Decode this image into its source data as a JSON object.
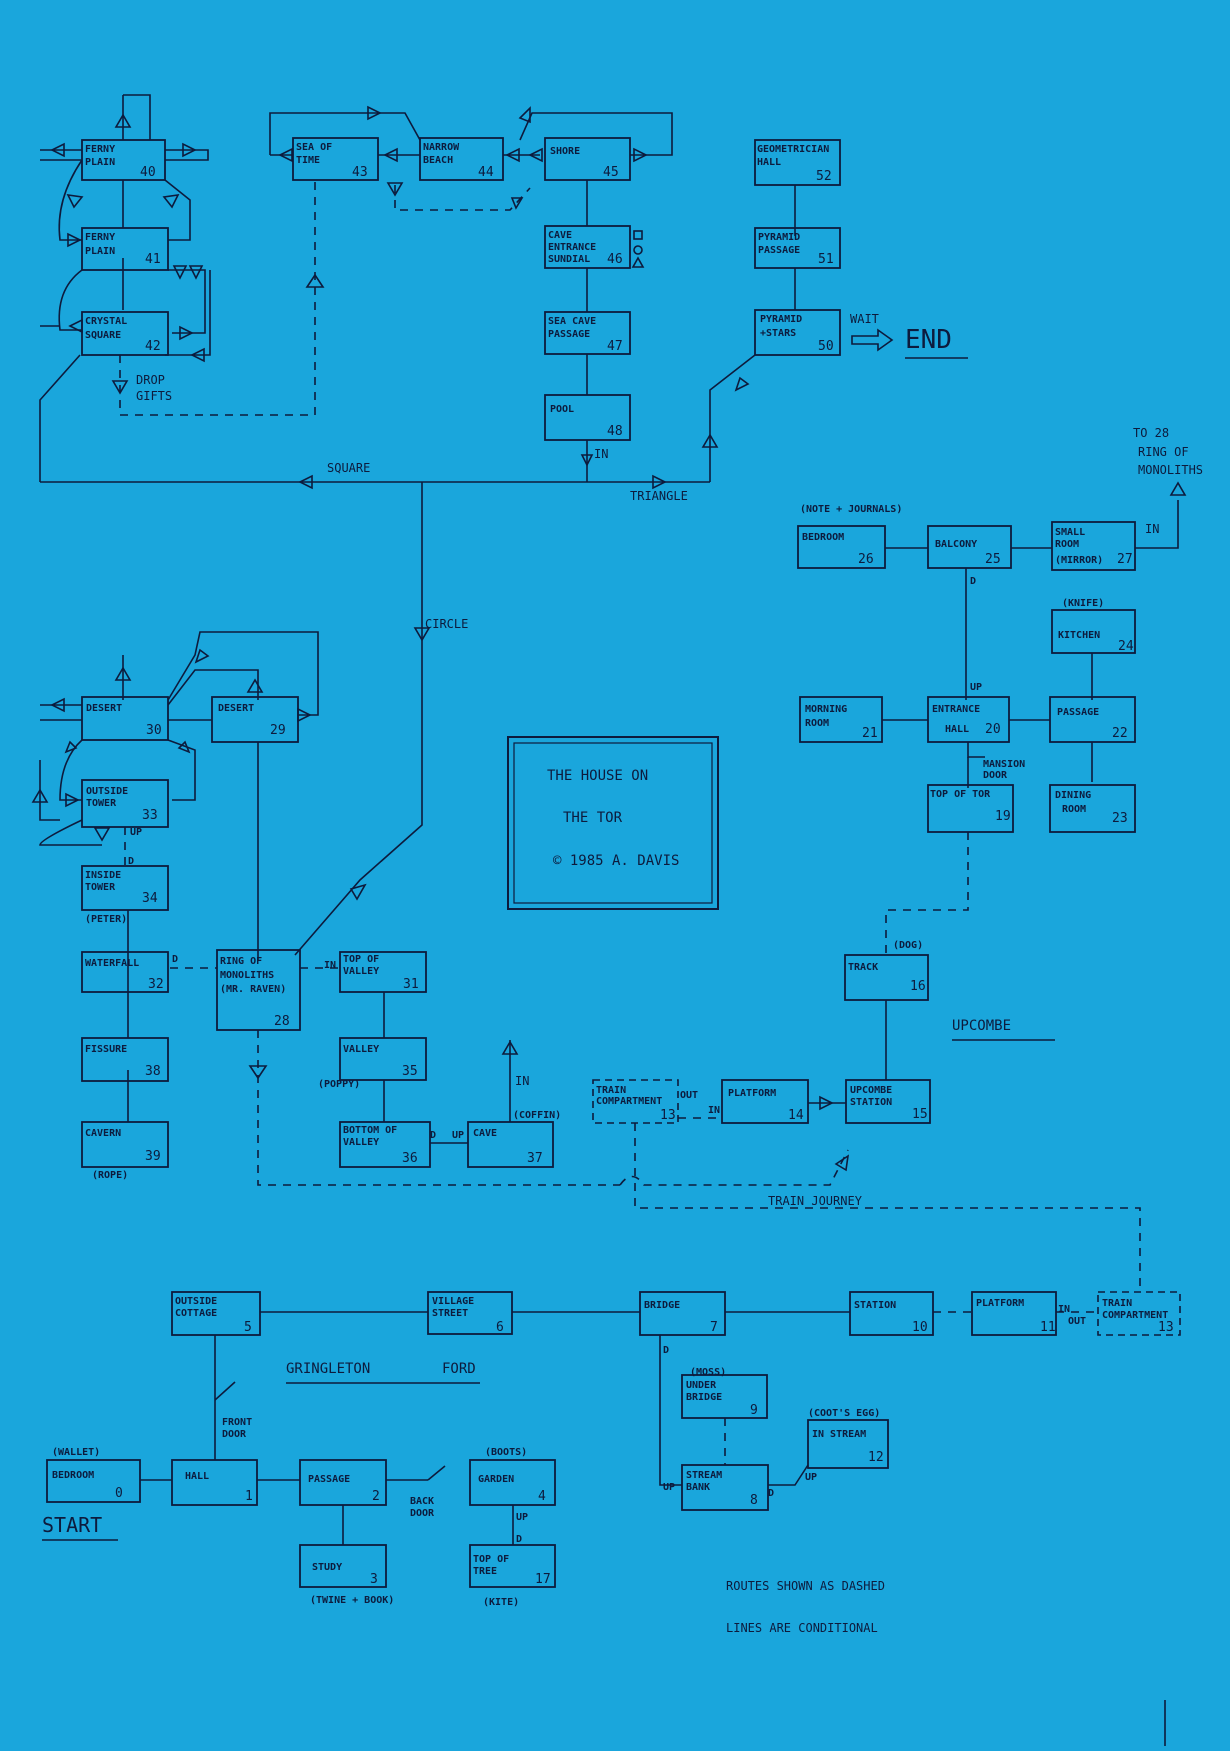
{
  "title_box": {
    "line1": "THE HOUSE ON",
    "line2": "THE TOR",
    "line3": "© 1985 A. DAVIS"
  },
  "rooms": {
    "r40": {
      "l1": "FERNY",
      "l2": "PLAIN",
      "n": "40"
    },
    "r41": {
      "l1": "FERNY",
      "l2": "PLAIN",
      "n": "41"
    },
    "r42": {
      "l1": "CRYSTAL",
      "l2": "SQUARE",
      "n": "42"
    },
    "r43": {
      "l1": "SEA OF",
      "l2": "TIME",
      "n": "43"
    },
    "r44": {
      "l1": "NARROW",
      "l2": "BEACH",
      "n": "44"
    },
    "r45": {
      "l1": "SHORE",
      "n": "45"
    },
    "r46": {
      "l1": "CAVE",
      "l2": "ENTRANCE",
      "l3": "SUNDIAL",
      "n": "46"
    },
    "r47": {
      "l1": "SEA CAVE",
      "l2": "PASSAGE",
      "n": "47"
    },
    "r48": {
      "l1": "POOL",
      "n": "48"
    },
    "r52": {
      "l1": "GEOMETRICIAN",
      "l2": "HALL",
      "n": "52"
    },
    "r51": {
      "l1": "PYRAMID",
      "l2": "PASSAGE",
      "n": "51"
    },
    "r50": {
      "l1": "PYRAMID",
      "l2": "+STARS",
      "n": "50"
    },
    "r26": {
      "l1": "BEDROOM",
      "n": "26"
    },
    "r25": {
      "l1": "BALCONY",
      "n": "25"
    },
    "r27": {
      "l1": "SMALL",
      "l2": "ROOM",
      "l3": "(MIRROR)",
      "n": "27"
    },
    "r24": {
      "l1": "KITCHEN",
      "n": "24"
    },
    "r21": {
      "l1": "MORNING",
      "l2": "ROOM",
      "n": "21"
    },
    "r20": {
      "l1": "ENTRANCE",
      "l2": "HALL",
      "n": "20"
    },
    "r22": {
      "l1": "PASSAGE",
      "n": "22"
    },
    "r19": {
      "l1": "TOP OF TOR",
      "n": "19"
    },
    "r23": {
      "l1": "DINING",
      "l2": "ROOM",
      "n": "23"
    },
    "r30": {
      "l1": "DESERT",
      "n": "30"
    },
    "r29": {
      "l1": "DESERT",
      "n": "29"
    },
    "r33": {
      "l1": "OUTSIDE",
      "l2": "TOWER",
      "n": "33"
    },
    "r34": {
      "l1": "INSIDE",
      "l2": "TOWER",
      "n": "34"
    },
    "r32": {
      "l1": "WATERFALL",
      "n": "32"
    },
    "r28": {
      "l1": "RING OF",
      "l2": "MONOLITHS",
      "l3": "(MR. RAVEN)",
      "n": "28"
    },
    "r31": {
      "l1": "TOP OF",
      "l2": "VALLEY",
      "n": "31"
    },
    "r38": {
      "l1": "FISSURE",
      "n": "38"
    },
    "r39": {
      "l1": "CAVERN",
      "n": "39"
    },
    "r35": {
      "l1": "VALLEY",
      "n": "35"
    },
    "r36": {
      "l1": "BOTTOM OF",
      "l2": "VALLEY",
      "n": "36"
    },
    "r37": {
      "l1": "CAVE",
      "n": "37"
    },
    "r16": {
      "l1": "TRACK",
      "n": "16"
    },
    "r13a": {
      "l1": "TRAIN",
      "l2": "COMPARTMENT",
      "n": "13"
    },
    "r14": {
      "l1": "PLATFORM",
      "n": "14"
    },
    "r15": {
      "l1": "UPCOMBE",
      "l2": "STATION",
      "n": "15"
    },
    "r5": {
      "l1": "OUTSIDE",
      "l2": "COTTAGE",
      "n": "5"
    },
    "r6": {
      "l1": "VILLAGE",
      "l2": "STREET",
      "n": "6"
    },
    "r7": {
      "l1": "BRIDGE",
      "n": "7"
    },
    "r10": {
      "l1": "STATION",
      "n": "10"
    },
    "r11": {
      "l1": "PLATFORM",
      "n": "11"
    },
    "r13b": {
      "l1": "TRAIN",
      "l2": "COMPARTMENT",
      "n": "13"
    },
    "r9": {
      "l1": "UNDER",
      "l2": "BRIDGE",
      "n": "9"
    },
    "r12": {
      "l1": "IN STREAM",
      "n": "12"
    },
    "r8": {
      "l1": "STREAM",
      "l2": "BANK",
      "n": "8"
    },
    "r0": {
      "l1": "BEDROOM",
      "n": "0"
    },
    "r1": {
      "l1": "HALL",
      "n": "1"
    },
    "r2": {
      "l1": "PASSAGE",
      "n": "2"
    },
    "r4": {
      "l1": "GARDEN",
      "n": "4"
    },
    "r3": {
      "l1": "STUDY",
      "n": "3"
    },
    "r17": {
      "l1": "TOP OF",
      "l2": "TREE",
      "n": "17"
    }
  },
  "labels": {
    "drop": "DROP",
    "gifts": "GIFTS",
    "square": "SQUARE",
    "triangle": "TRIANGLE",
    "circle": "CIRCLE",
    "in": "IN",
    "wait": "WAIT",
    "end": "END",
    "to28": "TO 28",
    "to28_l2": "RING OF",
    "to28_l3": "MONOLITHS",
    "note_journals": "(NOTE + JOURNALS)",
    "knife": "(KNIFE)",
    "up": "UP",
    "d": "D",
    "mansion": "MANSION",
    "door": "DOOR",
    "peter": "(PETER)",
    "dog": "(DOG)",
    "upcombe": "UPCOMBE",
    "poppy": "(POPPY)",
    "coffin": "(COFFIN)",
    "rope": "(ROPE)",
    "out": "OUT",
    "train_journey": "TRAIN JOURNEY",
    "gringleton": "GRINGLETON",
    "ford": "FORD",
    "moss": "(MOSS)",
    "coots_egg": "(COOT'S EGG)",
    "front": "FRONT",
    "back": "BACK",
    "wallet": "(WALLET)",
    "boots": "(BOOTS)",
    "start": "START",
    "twine_book": "(TWINE + BOOK)",
    "kite": "(KITE)",
    "note1": "ROUTES SHOWN AS DASHED",
    "note2": "LINES ARE CONDITIONAL"
  }
}
